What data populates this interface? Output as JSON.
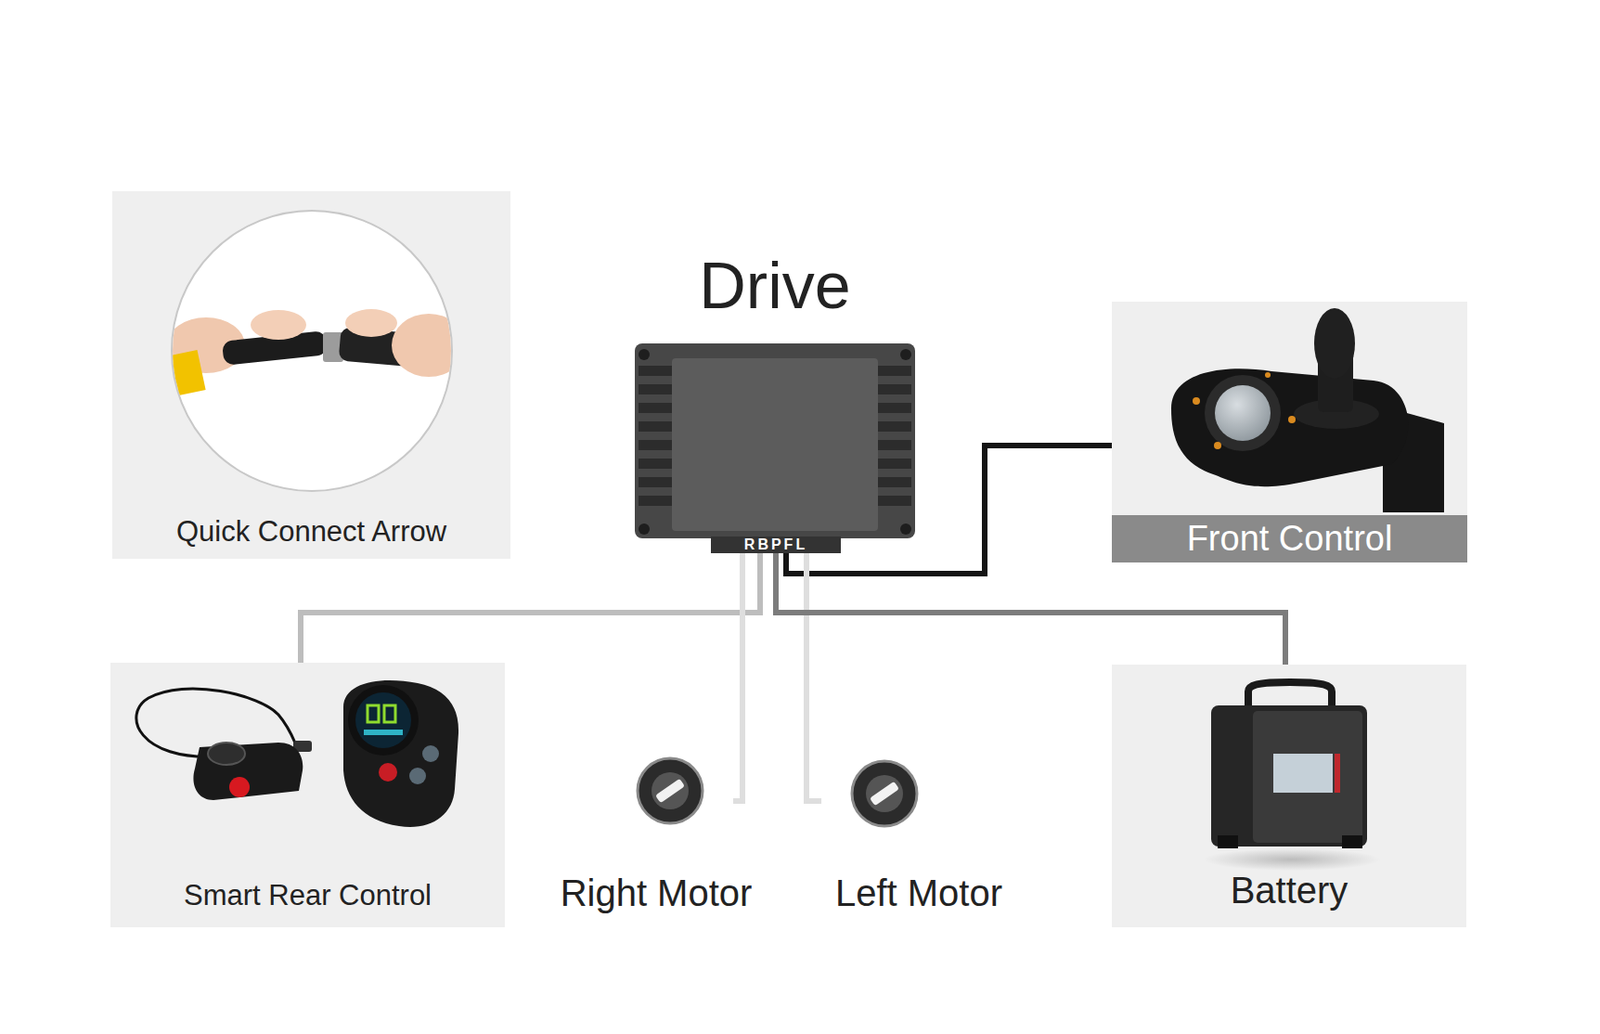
{
  "diagram": {
    "nodes": [
      {
        "text": [
          "Quick Connect Arrow"
        ]
      },
      {
        "text": [
          "Drive"
        ]
      },
      {
        "text": [
          "Front Control"
        ]
      },
      {
        "text": [
          "Smart Rear Control"
        ]
      },
      {
        "text": [
          "Right Motor"
        ]
      },
      {
        "text": [
          "Left Motor"
        ]
      },
      {
        "text": [
          "Battery"
        ]
      }
    ],
    "edges": [
      {
        "from": 1,
        "to": 2,
        "arrow": "none"
      },
      {
        "from": 1,
        "to": 3,
        "arrow": "none"
      },
      {
        "from": 1,
        "to": 4,
        "arrow": "none"
      },
      {
        "from": 1,
        "to": 5,
        "arrow": "none"
      },
      {
        "from": 1,
        "to": 6,
        "arrow": "none"
      }
    ],
    "labels": [
      "RBPFL"
    ]
  }
}
